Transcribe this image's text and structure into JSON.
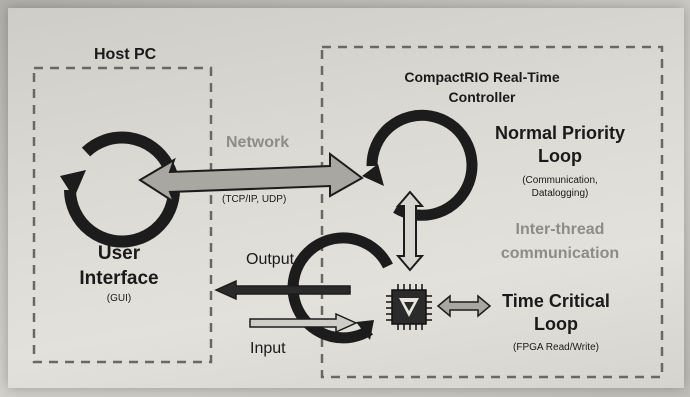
{
  "host": {
    "title": "Host PC",
    "ui_line1": "User",
    "ui_line2": "Interface",
    "ui_sub": "(GUI)"
  },
  "crio": {
    "title_line1": "CompactRIO Real-Time",
    "title_line2": "Controller",
    "normal_line1": "Normal Priority",
    "normal_line2": "Loop",
    "normal_sub1": "(Communication,",
    "normal_sub2": "Datalogging)",
    "interthread_line1": "Inter-thread",
    "interthread_line2": "communication",
    "time_line1": "Time Critical",
    "time_line2": "Loop",
    "time_sub": "(FPGA Read/Write)"
  },
  "network": {
    "label": "Network",
    "sub": "(TCP/IP, UDP)"
  },
  "io": {
    "output": "Output",
    "input": "Input"
  },
  "colors": {
    "loop": "#1c1c1c",
    "arrow_fill": "#a9a7a1",
    "dashed": "#6a6862",
    "grey_text": "#8e8c86"
  }
}
